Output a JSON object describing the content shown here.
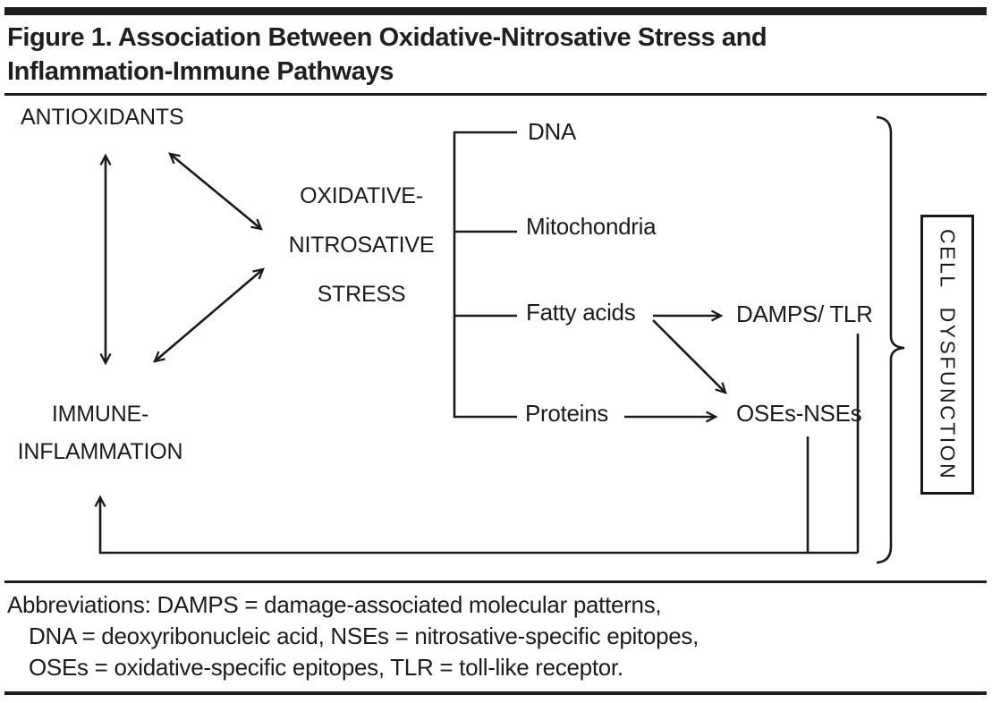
{
  "figure": {
    "title_line1": "Figure 1. Association Between Oxidative-Nitrosative Stress and",
    "title_line2": "Inflammation-Immune Pathways"
  },
  "diagram": {
    "nodes": {
      "antioxidants": "ANTIOXIDANTS",
      "oxidative_nitrosative_stress": {
        "line1": "OXIDATIVE-",
        "line2": "NITROSATIVE",
        "line3": "STRESS"
      },
      "immune_inflammation": {
        "line1": "IMMUNE-",
        "line2": "INFLAMMATION"
      },
      "dna": "DNA",
      "mitochondria": "Mitochondria",
      "fatty_acids": "Fatty acids",
      "proteins": "Proteins",
      "damps_tlr": "DAMPS/ TLR",
      "oses_nses": "OSEs-NSEs",
      "cell_dysfunction": "CELL DYSFUNCTION"
    },
    "relations": [
      "ANTIOXIDANTS <-> IMMUNE-INFLAMMATION",
      "ANTIOXIDANTS <-> OXIDATIVE-NITROSATIVE STRESS",
      "IMMUNE-INFLAMMATION <-> OXIDATIVE-NITROSATIVE STRESS",
      "OXIDATIVE-NITROSATIVE STRESS -[ DNA, Mitochondria, Fatty acids, Proteins",
      "Fatty acids -> DAMPS/ TLR",
      "Fatty acids -> OSEs-NSEs",
      "Proteins -> OSEs-NSEs",
      "DAMPS/ TLR, OSEs-NSEs -> IMMUNE-INFLAMMATION (feedback)",
      "DNA..OSEs-NSEs }-> CELL DYSFUNCTION"
    ],
    "colors": {
      "line": "#1a1a1a",
      "text": "#1c1c1c",
      "title": "#1f1f1f",
      "background": "#ffffff"
    }
  },
  "footnote": {
    "line1": "Abbreviations: DAMPS = damage-associated molecular patterns,",
    "line2": "DNA = deoxyribonucleic acid, NSEs = nitrosative-specific epitopes,",
    "line3": "OSEs = oxidative-specific epitopes, TLR = toll-like receptor."
  }
}
